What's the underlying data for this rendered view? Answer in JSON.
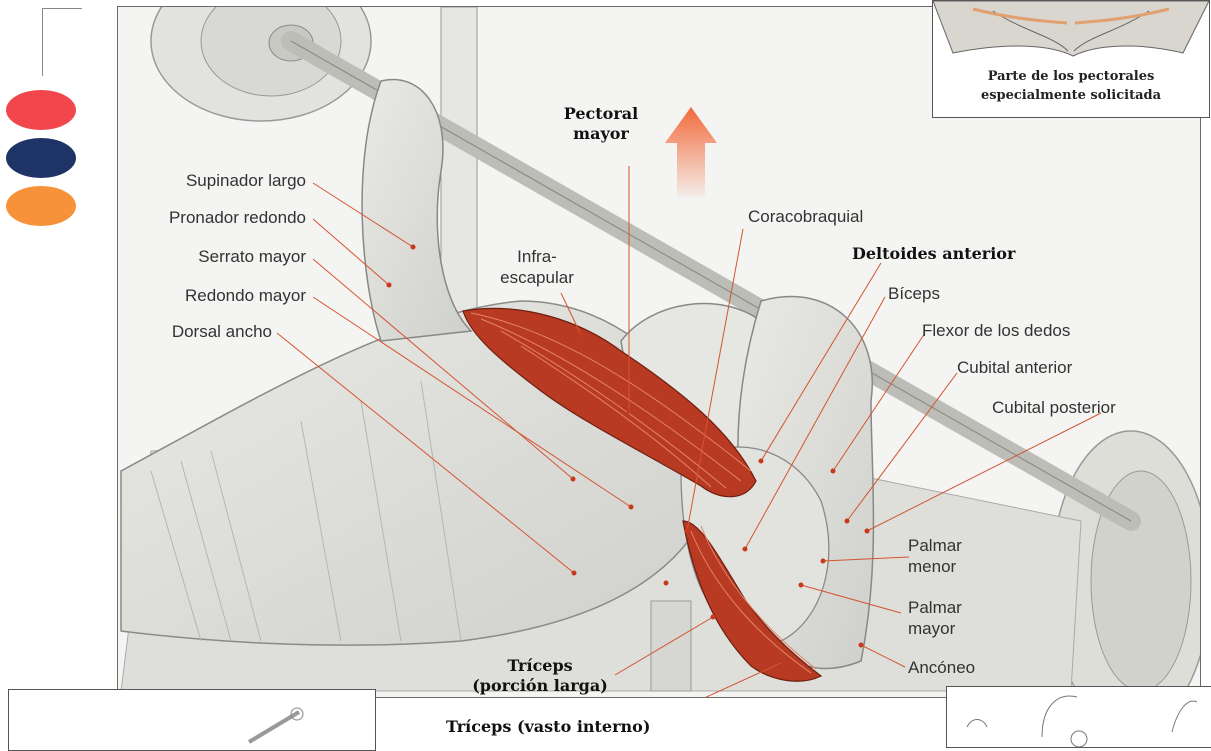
{
  "labels": {
    "pectoral_mayor_1": "Pectoral",
    "pectoral_mayor_2": "mayor",
    "supinador_largo": "Supinador largo",
    "pronador_redondo": "Pronador redondo",
    "serrato_mayor": "Serrato mayor",
    "redondo_mayor": "Redondo mayor",
    "dorsal_ancho": "Dorsal ancho",
    "infra_1": "Infra-",
    "infra_2": "escapular",
    "coracobraquial": "Coracobraquial",
    "deltoides_anterior": "Deltoides anterior",
    "biceps": "Bíceps",
    "flexor_dedos": "Flexor de los dedos",
    "cubital_anterior": "Cubital anterior",
    "cubital_posterior": "Cubital posterior",
    "palmar_menor_1": "Palmar",
    "palmar_menor_2": "menor",
    "palmar_mayor_1": "Palmar",
    "palmar_mayor_2": "mayor",
    "ancóneo": "Ancóneo",
    "triceps_larga_1": "Tríceps",
    "triceps_larga_2": "(porción larga)",
    "triceps_vasto": "Tríceps (vasto interno)"
  },
  "inset_top": {
    "caption_1": "Parte de los pectorales",
    "caption_2": "especialmente solicitada"
  },
  "colors": {
    "dot_red": "#f0464c",
    "dot_navy": "#1e3466",
    "dot_orange": "#f7923a",
    "muscle_red": "#b83a22",
    "arrow": "#f26a3c",
    "leader": "#d4552f"
  }
}
